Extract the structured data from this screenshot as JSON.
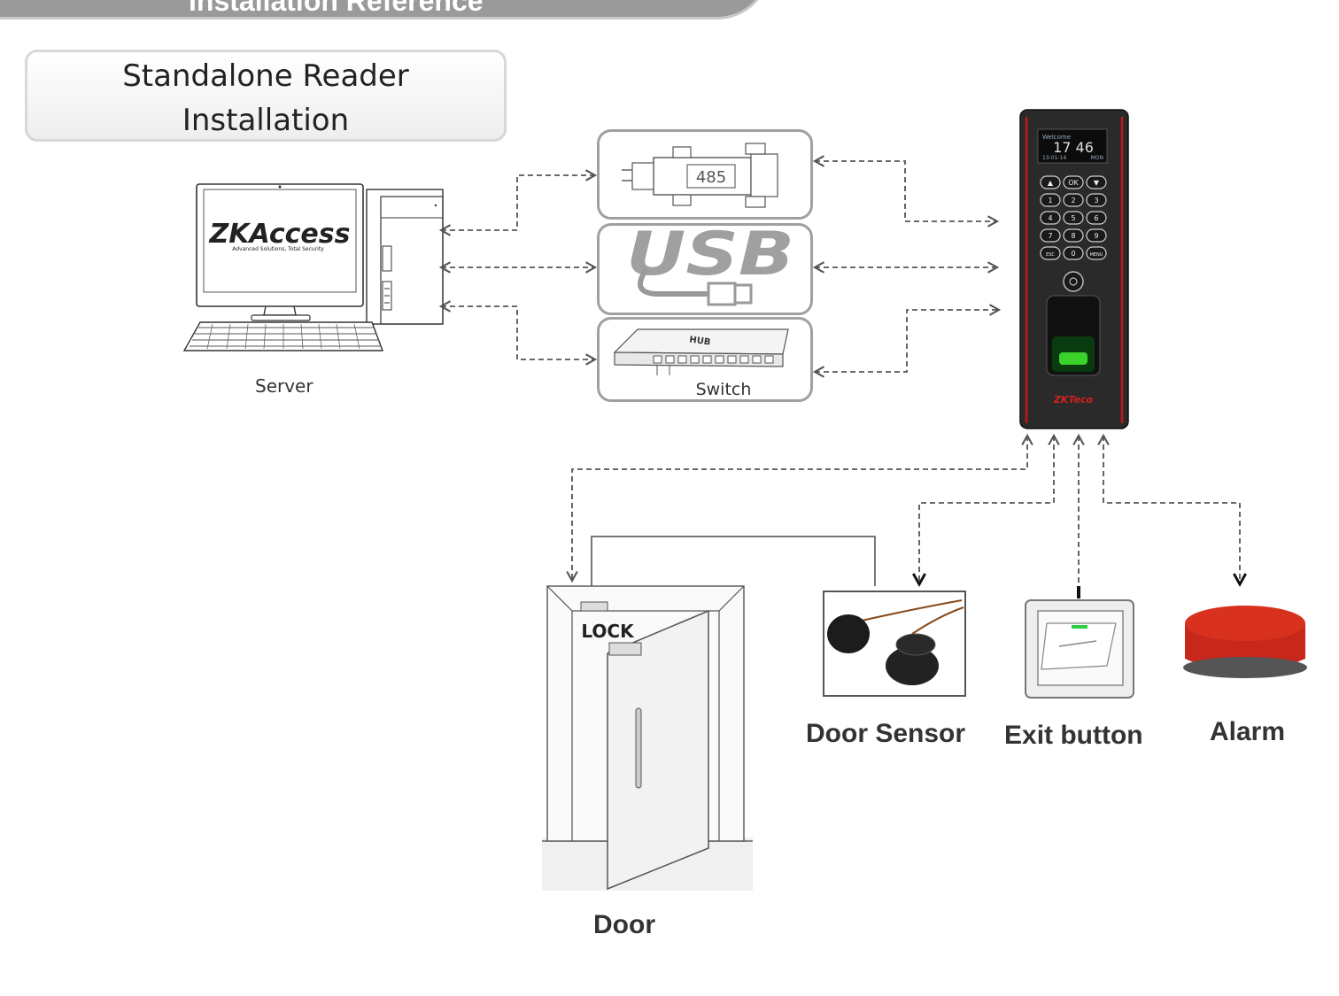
{
  "header": {
    "title": "Installation Reference"
  },
  "title_box": {
    "line1": "Standalone Reader",
    "line2": "Installation"
  },
  "server": {
    "label": "Server",
    "logo_main": "ZKAccess",
    "logo_sub": "Advanced Solutions, Total Security"
  },
  "interfaces": {
    "rs485_label": "485",
    "usb_label": "USB",
    "hub_label": "HUB",
    "switch_label": "Switch"
  },
  "device": {
    "screen_welcome": "Welcome",
    "screen_time": "17 46",
    "screen_date": "13-01-14",
    "screen_day": "MON",
    "brand": "ZKTeco",
    "keys": [
      "▲",
      "OK",
      "▼",
      "1",
      "2",
      "3",
      "4",
      "5",
      "6",
      "7",
      "8",
      "9",
      "ESC",
      "0",
      "MENU"
    ]
  },
  "peripherals": {
    "lock_label": "LOCK",
    "door_label": "Door",
    "door_sensor_label": "Door Sensor",
    "exit_button_label": "Exit button",
    "alarm_label": "Alarm"
  },
  "colors": {
    "device_body": "#2a2a2a",
    "device_accent": "#c0181c",
    "alarm_red": "#c8281c",
    "connector": "#444444"
  }
}
